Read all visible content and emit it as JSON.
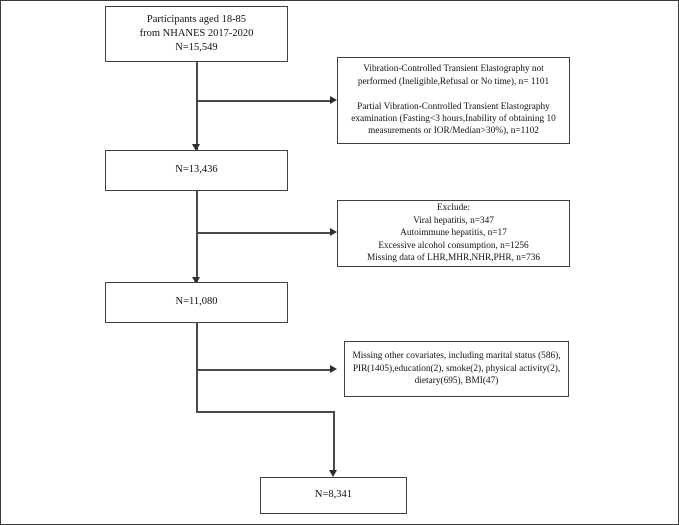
{
  "diagram": {
    "title": "NHANES participant flow diagram",
    "type": "flowchart",
    "nodes": {
      "start": {
        "label": "Participants aged 18-85\nfrom NHANES 2017-2020\nN=15,549"
      },
      "exclude1": {
        "label": "Vibration-Controlled Transient Elastography not\nperformed (Ineligible,Refusal or No time), n= 1101\n\nPartial Vibration-Controlled Transient Elastography\nexamination (Fasting<3 hours,Inability of obtaining 10\nmeasurements or IOR/Median>30%), n=1102"
      },
      "count1": {
        "label": "N=13,436"
      },
      "exclude2": {
        "label": "Exclude:\nViral hepatitis, n=347\nAutoimmune hepatitis, n=17\nExcessive alcohol consumption, n=1256\nMissing data of  LHR,MHR,NHR,PHR, n=736"
      },
      "count2": {
        "label": "N=11,080"
      },
      "exclude3": {
        "label": "Missing other covariates, including marital status (586),\nPIR(1405),education(2), smoke(2), physical activity(2),\ndietary(695), BMI(47)"
      },
      "final": {
        "label": "N=8,341"
      }
    }
  }
}
